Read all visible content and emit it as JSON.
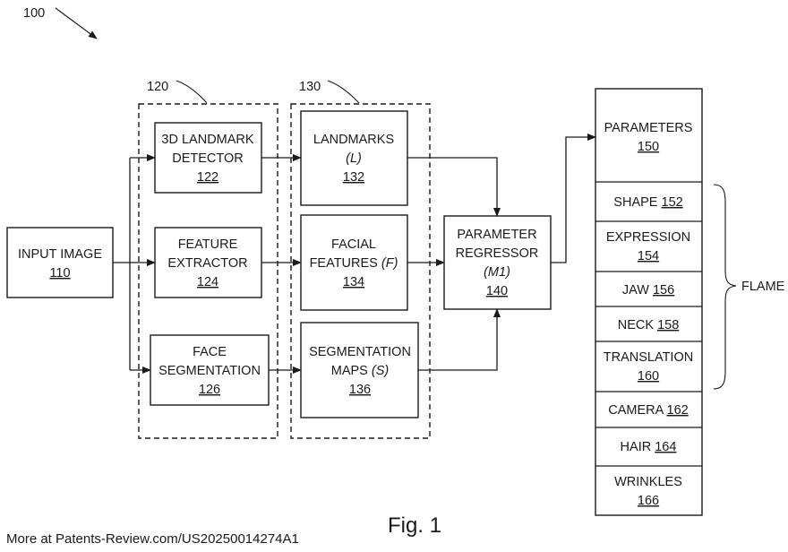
{
  "diagram": {
    "figure_ref": "100",
    "groups": {
      "g120": "120",
      "g130": "130"
    },
    "input_image": {
      "label": "INPUT IMAGE",
      "ref": "110"
    },
    "landmark_detector": {
      "line1": "3D LANDMARK",
      "line2": "DETECTOR",
      "ref": "122"
    },
    "feature_extractor": {
      "line1": "FEATURE",
      "line2": "EXTRACTOR",
      "ref": "124"
    },
    "face_segmentation": {
      "line1": "FACE",
      "line2": "SEGMENTATION",
      "ref": "126"
    },
    "landmarks": {
      "line1": "LANDMARKS",
      "line2": "(L)",
      "ref": "132"
    },
    "facial_features": {
      "line1": "FACIAL",
      "line2": "FEATURES",
      "symbol": "(F)",
      "ref": "134"
    },
    "segmentation_maps": {
      "line1": "SEGMENTATION",
      "line2": "MAPS",
      "symbol": "(S)",
      "ref": "136"
    },
    "parameter_regressor": {
      "line1": "PARAMETER",
      "line2": "REGRESSOR",
      "line3": "(M1)",
      "ref": "140"
    },
    "parameters": {
      "label": "PARAMETERS",
      "ref": "150"
    },
    "param_rows": [
      {
        "label": "SHAPE",
        "ref": "152"
      },
      {
        "label": "EXPRESSION",
        "ref": "154"
      },
      {
        "label": "JAW",
        "ref": "156"
      },
      {
        "label": "NECK",
        "ref": "158"
      },
      {
        "label": "TRANSLATION",
        "ref": "160"
      },
      {
        "label": "CAMERA",
        "ref": "162"
      },
      {
        "label": "HAIR",
        "ref": "164"
      },
      {
        "label": "WRINKLES",
        "ref": "166"
      }
    ],
    "flame_label": "FLAME",
    "caption": "Fig. 1"
  },
  "footer": "More at Patents-Review.com/US20250014274A1"
}
